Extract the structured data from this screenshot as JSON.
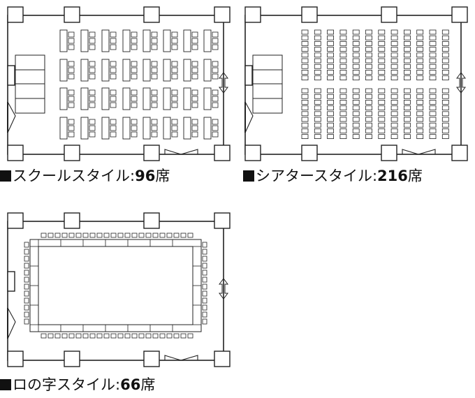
{
  "plans": [
    {
      "id": "school",
      "name": "スクールスタイル",
      "separator": ":",
      "seats": "96",
      "unit": "席"
    },
    {
      "id": "theater",
      "name": "シアタースタイル",
      "separator": ":",
      "seats": "216",
      "unit": "席"
    },
    {
      "id": "hollow-square",
      "name": "ロの字スタイル",
      "separator": ":",
      "seats": "66",
      "unit": "席"
    }
  ]
}
